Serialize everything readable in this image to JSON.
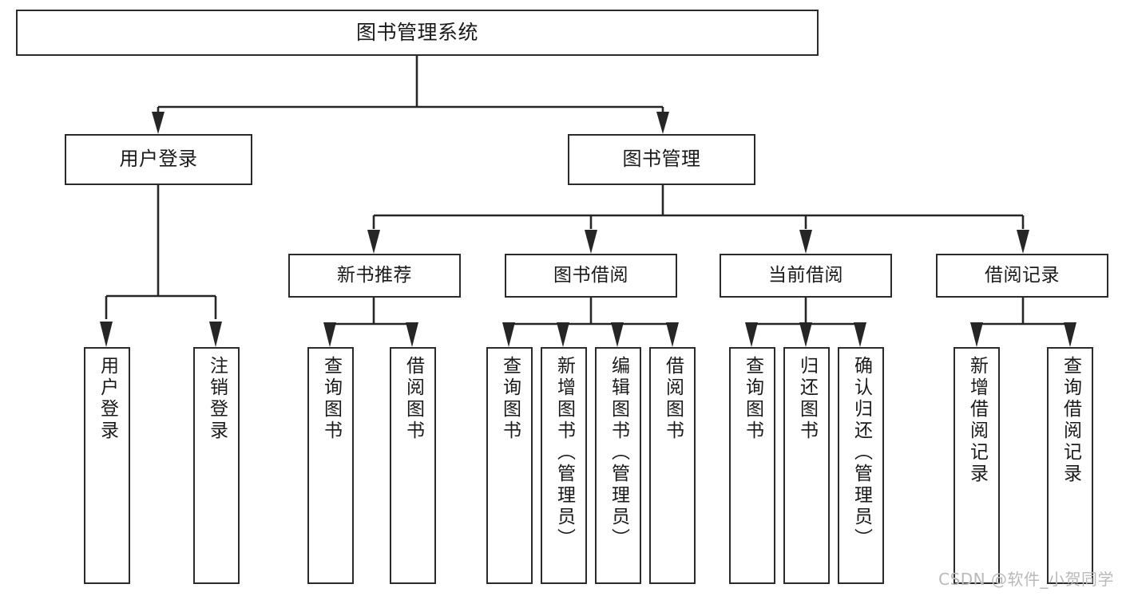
{
  "diagram": {
    "title": "图书管理系统",
    "type": "tree",
    "watermark": "CSDN @软件_小贺同学",
    "colors": {
      "background": "#ffffff",
      "box_border": "#2b2b2b",
      "box_fill": "#ffffff",
      "connector": "#262626",
      "text": "#1a1a1a",
      "watermark_text": "#b9b9b9"
    },
    "root": {
      "label": "图书管理系统"
    },
    "level2": [
      {
        "label": "用户登录"
      },
      {
        "label": "图书管理"
      }
    ],
    "level3": [
      {
        "label": "新书推荐"
      },
      {
        "label": "图书借阅"
      },
      {
        "label": "当前借阅"
      },
      {
        "label": "借阅记录"
      }
    ],
    "leaves": [
      {
        "label": "用户登录",
        "parent": "用户登录"
      },
      {
        "label": "注销登录",
        "parent": "用户登录"
      },
      {
        "label": "查询图书",
        "parent": "新书推荐"
      },
      {
        "label": "借阅图书",
        "parent": "新书推荐"
      },
      {
        "label": "查询图书",
        "parent": "图书借阅"
      },
      {
        "label": "新增图书（管理员）",
        "parent": "图书借阅"
      },
      {
        "label": "编辑图书（管理员）",
        "parent": "图书借阅"
      },
      {
        "label": "借阅图书",
        "parent": "图书借阅"
      },
      {
        "label": "查询图书",
        "parent": "当前借阅"
      },
      {
        "label": "归还图书",
        "parent": "当前借阅"
      },
      {
        "label": "确认归还（管理员）",
        "parent": "当前借阅"
      },
      {
        "label": "新增借阅记录",
        "parent": "借阅记录"
      },
      {
        "label": "查询借阅记录",
        "parent": "借阅记录"
      }
    ]
  }
}
